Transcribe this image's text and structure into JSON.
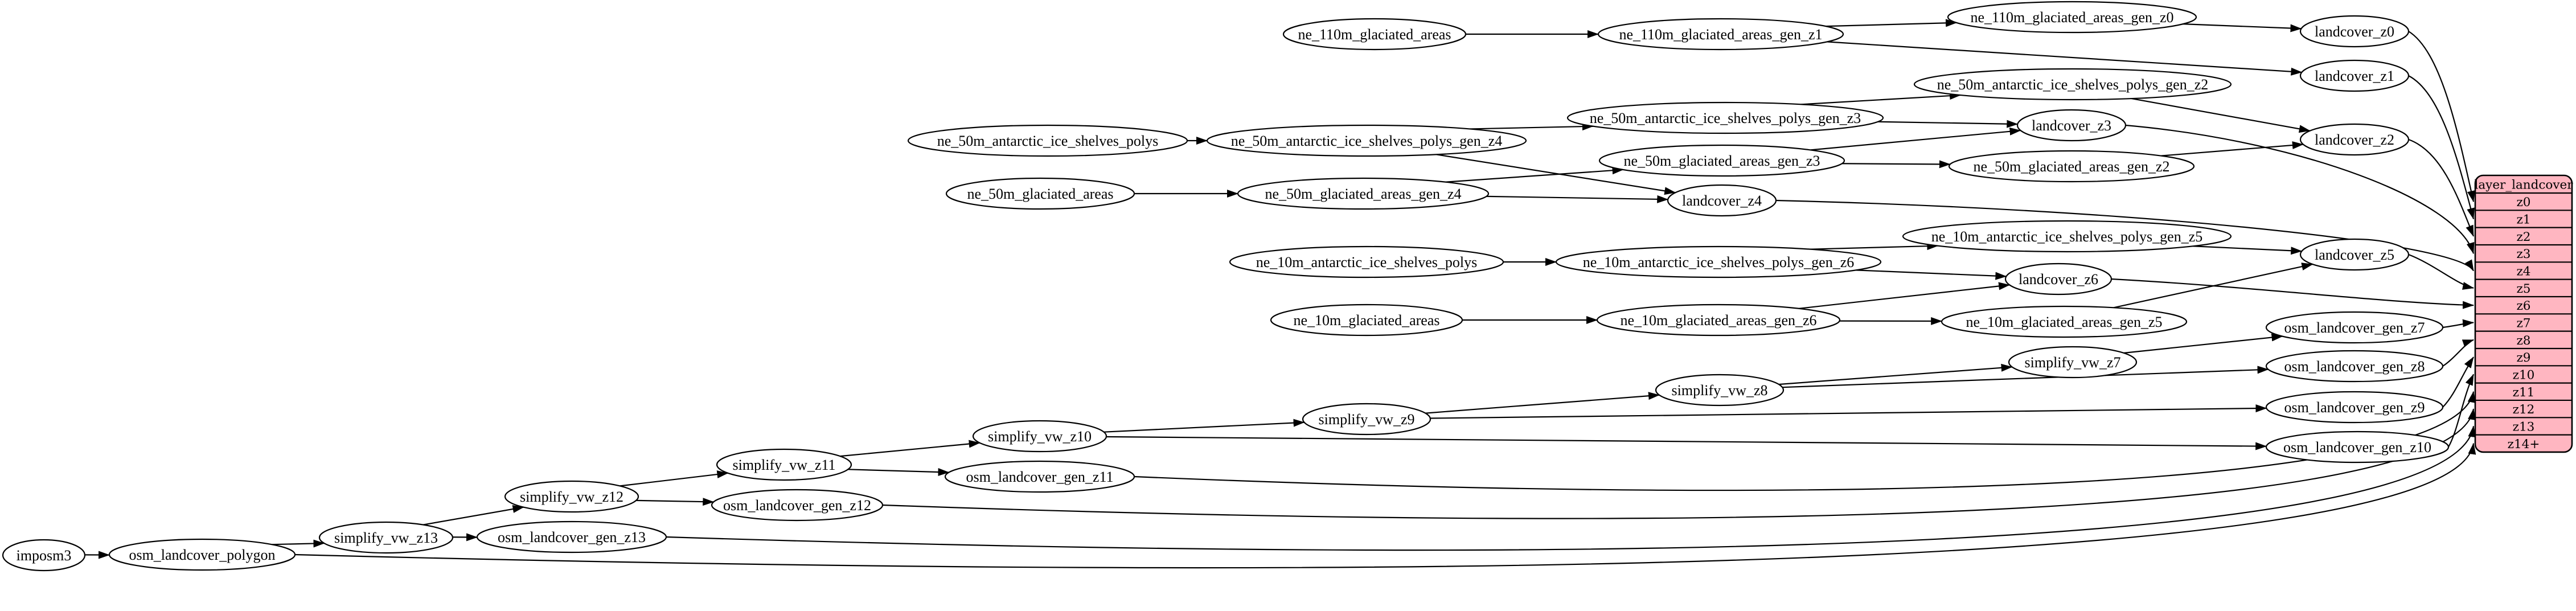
{
  "diagram": {
    "background": "#ffffff",
    "node_fill": "#ffffff",
    "node_stroke": "#000000",
    "edge_color": "#000000",
    "nodes": [
      {
        "id": "imposm3",
        "label": "imposm3"
      },
      {
        "id": "osm_landcover_polygon",
        "label": "osm_landcover_polygon"
      },
      {
        "id": "simplify_vw_z13",
        "label": "simplify_vw_z13"
      },
      {
        "id": "osm_landcover_gen_z13",
        "label": "osm_landcover_gen_z13"
      },
      {
        "id": "simplify_vw_z12",
        "label": "simplify_vw_z12"
      },
      {
        "id": "osm_landcover_gen_z12",
        "label": "osm_landcover_gen_z12"
      },
      {
        "id": "simplify_vw_z11",
        "label": "simplify_vw_z11"
      },
      {
        "id": "osm_landcover_gen_z11",
        "label": "osm_landcover_gen_z11"
      },
      {
        "id": "simplify_vw_z10",
        "label": "simplify_vw_z10"
      },
      {
        "id": "osm_landcover_gen_z10",
        "label": "osm_landcover_gen_z10"
      },
      {
        "id": "simplify_vw_z9",
        "label": "simplify_vw_z9"
      },
      {
        "id": "osm_landcover_gen_z9",
        "label": "osm_landcover_gen_z9"
      },
      {
        "id": "simplify_vw_z8",
        "label": "simplify_vw_z8"
      },
      {
        "id": "osm_landcover_gen_z8",
        "label": "osm_landcover_gen_z8"
      },
      {
        "id": "simplify_vw_z7",
        "label": "simplify_vw_z7"
      },
      {
        "id": "osm_landcover_gen_z7",
        "label": "osm_landcover_gen_z7"
      },
      {
        "id": "ne_110m_glaciated_areas",
        "label": "ne_110m_glaciated_areas"
      },
      {
        "id": "ne_110m_glaciated_areas_gen_z1",
        "label": "ne_110m_glaciated_areas_gen_z1"
      },
      {
        "id": "ne_110m_glaciated_areas_gen_z0",
        "label": "ne_110m_glaciated_areas_gen_z0"
      },
      {
        "id": "landcover_z0",
        "label": "landcover_z0"
      },
      {
        "id": "landcover_z1",
        "label": "landcover_z1"
      },
      {
        "id": "ne_50m_antarctic_ice_shelves_polys",
        "label": "ne_50m_antarctic_ice_shelves_polys"
      },
      {
        "id": "ne_50m_antarctic_ice_shelves_polys_gen_z4",
        "label": "ne_50m_antarctic_ice_shelves_polys_gen_z4"
      },
      {
        "id": "ne_50m_antarctic_ice_shelves_polys_gen_z3",
        "label": "ne_50m_antarctic_ice_shelves_polys_gen_z3"
      },
      {
        "id": "ne_50m_antarctic_ice_shelves_polys_gen_z2",
        "label": "ne_50m_antarctic_ice_shelves_polys_gen_z2"
      },
      {
        "id": "landcover_z2",
        "label": "landcover_z2"
      },
      {
        "id": "landcover_z3",
        "label": "landcover_z3"
      },
      {
        "id": "ne_50m_glaciated_areas",
        "label": "ne_50m_glaciated_areas"
      },
      {
        "id": "ne_50m_glaciated_areas_gen_z4",
        "label": "ne_50m_glaciated_areas_gen_z4"
      },
      {
        "id": "ne_50m_glaciated_areas_gen_z3",
        "label": "ne_50m_glaciated_areas_gen_z3"
      },
      {
        "id": "ne_50m_glaciated_areas_gen_z2",
        "label": "ne_50m_glaciated_areas_gen_z2"
      },
      {
        "id": "landcover_z4",
        "label": "landcover_z4"
      },
      {
        "id": "ne_10m_antarctic_ice_shelves_polys",
        "label": "ne_10m_antarctic_ice_shelves_polys"
      },
      {
        "id": "ne_10m_antarctic_ice_shelves_polys_gen_z6",
        "label": "ne_10m_antarctic_ice_shelves_polys_gen_z6"
      },
      {
        "id": "ne_10m_antarctic_ice_shelves_polys_gen_z5",
        "label": "ne_10m_antarctic_ice_shelves_polys_gen_z5"
      },
      {
        "id": "landcover_z5",
        "label": "landcover_z5"
      },
      {
        "id": "landcover_z6",
        "label": "landcover_z6"
      },
      {
        "id": "ne_10m_glaciated_areas",
        "label": "ne_10m_glaciated_areas"
      },
      {
        "id": "ne_10m_glaciated_areas_gen_z6",
        "label": "ne_10m_glaciated_areas_gen_z6"
      },
      {
        "id": "ne_10m_glaciated_areas_gen_z5",
        "label": "ne_10m_glaciated_areas_gen_z5"
      }
    ],
    "edges": [
      {
        "from": "ne_110m_glaciated_areas",
        "to": "ne_110m_glaciated_areas_gen_z1"
      },
      {
        "from": "ne_110m_glaciated_areas_gen_z1",
        "to": "ne_110m_glaciated_areas_gen_z0"
      },
      {
        "from": "ne_110m_glaciated_areas_gen_z1",
        "to": "landcover_z1"
      },
      {
        "from": "ne_110m_glaciated_areas_gen_z0",
        "to": "landcover_z0"
      },
      {
        "from": "landcover_z0",
        "to": "row:z0"
      },
      {
        "from": "landcover_z1",
        "to": "row:z1"
      },
      {
        "from": "ne_50m_antarctic_ice_shelves_polys",
        "to": "ne_50m_antarctic_ice_shelves_polys_gen_z4"
      },
      {
        "from": "ne_50m_antarctic_ice_shelves_polys_gen_z4",
        "to": "ne_50m_antarctic_ice_shelves_polys_gen_z3"
      },
      {
        "from": "ne_50m_antarctic_ice_shelves_polys_gen_z4",
        "to": "landcover_z4"
      },
      {
        "from": "ne_50m_antarctic_ice_shelves_polys_gen_z3",
        "to": "ne_50m_antarctic_ice_shelves_polys_gen_z2"
      },
      {
        "from": "ne_50m_antarctic_ice_shelves_polys_gen_z3",
        "to": "landcover_z3"
      },
      {
        "from": "ne_50m_antarctic_ice_shelves_polys_gen_z2",
        "to": "landcover_z2"
      },
      {
        "from": "ne_50m_glaciated_areas",
        "to": "ne_50m_glaciated_areas_gen_z4"
      },
      {
        "from": "ne_50m_glaciated_areas_gen_z4",
        "to": "ne_50m_glaciated_areas_gen_z3"
      },
      {
        "from": "ne_50m_glaciated_areas_gen_z4",
        "to": "landcover_z4"
      },
      {
        "from": "ne_50m_glaciated_areas_gen_z3",
        "to": "ne_50m_glaciated_areas_gen_z2"
      },
      {
        "from": "ne_50m_glaciated_areas_gen_z3",
        "to": "landcover_z3"
      },
      {
        "from": "ne_50m_glaciated_areas_gen_z2",
        "to": "landcover_z2"
      },
      {
        "from": "landcover_z2",
        "to": "row:z2"
      },
      {
        "from": "landcover_z3",
        "to": "row:z3"
      },
      {
        "from": "landcover_z4",
        "to": "row:z4"
      },
      {
        "from": "ne_10m_antarctic_ice_shelves_polys",
        "to": "ne_10m_antarctic_ice_shelves_polys_gen_z6"
      },
      {
        "from": "ne_10m_antarctic_ice_shelves_polys_gen_z6",
        "to": "ne_10m_antarctic_ice_shelves_polys_gen_z5"
      },
      {
        "from": "ne_10m_antarctic_ice_shelves_polys_gen_z6",
        "to": "landcover_z6"
      },
      {
        "from": "ne_10m_antarctic_ice_shelves_polys_gen_z5",
        "to": "landcover_z5"
      },
      {
        "from": "ne_10m_glaciated_areas",
        "to": "ne_10m_glaciated_areas_gen_z6"
      },
      {
        "from": "ne_10m_glaciated_areas_gen_z6",
        "to": "ne_10m_glaciated_areas_gen_z5"
      },
      {
        "from": "ne_10m_glaciated_areas_gen_z6",
        "to": "landcover_z6"
      },
      {
        "from": "ne_10m_glaciated_areas_gen_z5",
        "to": "landcover_z5"
      },
      {
        "from": "landcover_z5",
        "to": "row:z5"
      },
      {
        "from": "landcover_z6",
        "to": "row:z6"
      },
      {
        "from": "imposm3",
        "to": "osm_landcover_polygon"
      },
      {
        "from": "osm_landcover_polygon",
        "to": "simplify_vw_z13"
      },
      {
        "from": "osm_landcover_polygon",
        "to": "row:z14+"
      },
      {
        "from": "simplify_vw_z13",
        "to": "simplify_vw_z12"
      },
      {
        "from": "simplify_vw_z13",
        "to": "osm_landcover_gen_z13"
      },
      {
        "from": "osm_landcover_gen_z13",
        "to": "row:z13"
      },
      {
        "from": "simplify_vw_z12",
        "to": "simplify_vw_z11"
      },
      {
        "from": "simplify_vw_z12",
        "to": "osm_landcover_gen_z12"
      },
      {
        "from": "osm_landcover_gen_z12",
        "to": "row:z12"
      },
      {
        "from": "simplify_vw_z11",
        "to": "simplify_vw_z10"
      },
      {
        "from": "simplify_vw_z11",
        "to": "osm_landcover_gen_z11"
      },
      {
        "from": "osm_landcover_gen_z11",
        "to": "row:z11"
      },
      {
        "from": "simplify_vw_z10",
        "to": "simplify_vw_z9"
      },
      {
        "from": "simplify_vw_z10",
        "to": "osm_landcover_gen_z10"
      },
      {
        "from": "osm_landcover_gen_z10",
        "to": "row:z10"
      },
      {
        "from": "simplify_vw_z9",
        "to": "simplify_vw_z8"
      },
      {
        "from": "simplify_vw_z9",
        "to": "osm_landcover_gen_z9"
      },
      {
        "from": "osm_landcover_gen_z9",
        "to": "row:z9"
      },
      {
        "from": "simplify_vw_z8",
        "to": "simplify_vw_z7"
      },
      {
        "from": "simplify_vw_z8",
        "to": "osm_landcover_gen_z8"
      },
      {
        "from": "osm_landcover_gen_z8",
        "to": "row:z8"
      },
      {
        "from": "simplify_vw_z7",
        "to": "osm_landcover_gen_z7"
      },
      {
        "from": "osm_landcover_gen_z7",
        "to": "row:z7"
      }
    ],
    "table": {
      "title": "layer_landcover",
      "fill": "#ffb6c1",
      "stroke": "#000000",
      "rows": [
        "z0",
        "z1",
        "z2",
        "z3",
        "z4",
        "z5",
        "z6",
        "z7",
        "z8",
        "z9",
        "z10",
        "z11",
        "z12",
        "z13",
        "z14+"
      ]
    }
  }
}
